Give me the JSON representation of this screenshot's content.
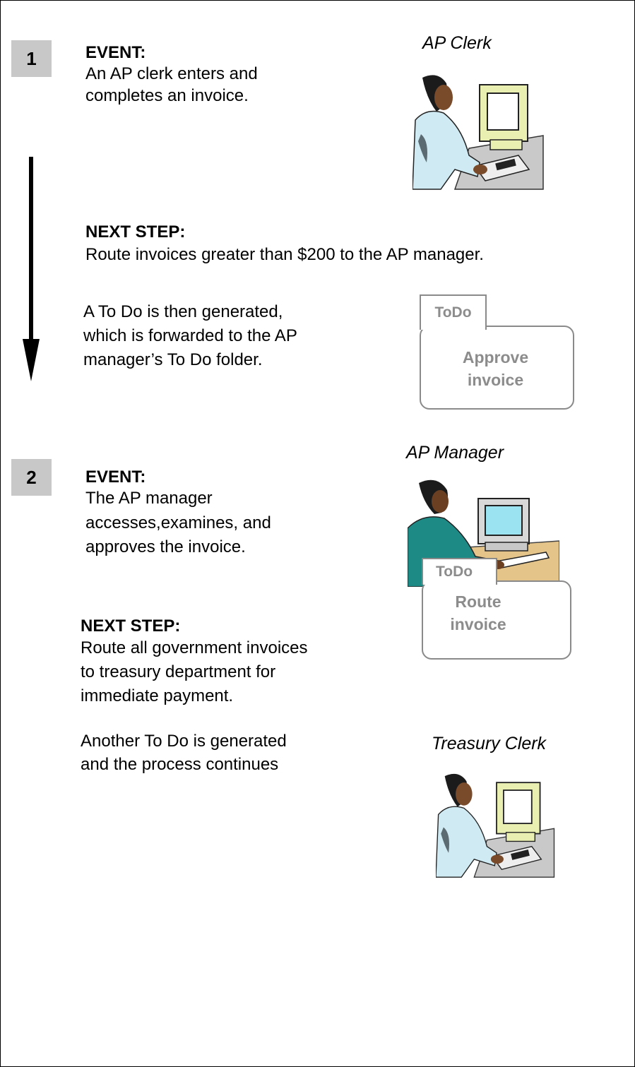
{
  "step1": {
    "number": "1",
    "event_heading": "EVENT:",
    "event_line1": "An AP clerk enters  and",
    "event_line2": "completes an invoice.",
    "role": "AP Clerk",
    "next_heading": "NEXT STEP:",
    "next_text": "Route invoices greater than $200 to the AP manager.",
    "todo_line1": "A To Do is then generated,",
    "todo_line2": "which is forwarded to the AP",
    "todo_line3": "manager’s To Do folder.",
    "card": {
      "tab": "ToDo",
      "line1": "Approve",
      "line2": "invoice"
    }
  },
  "step2": {
    "number": "2",
    "role": "AP Manager",
    "event_heading": "EVENT:",
    "event_line1": "The AP manager",
    "event_line2": "accesses,examines, and",
    "event_line3": "approves the invoice.",
    "card": {
      "tab": "ToDo",
      "line1": "Route",
      "line2": "invoice"
    },
    "next_heading": "NEXT STEP:",
    "next_line1": "Route all government invoices",
    "next_line2": "to treasury department for",
    "next_line3": "immediate payment.",
    "another_line1": "Another To Do is generated",
    "another_line2": "and the process continues",
    "role2": "Treasury Clerk"
  },
  "icons": [
    "clerk-at-computer-icon",
    "manager-at-computer-icon",
    "treasury-clerk-at-computer-icon",
    "down-arrow-icon"
  ]
}
